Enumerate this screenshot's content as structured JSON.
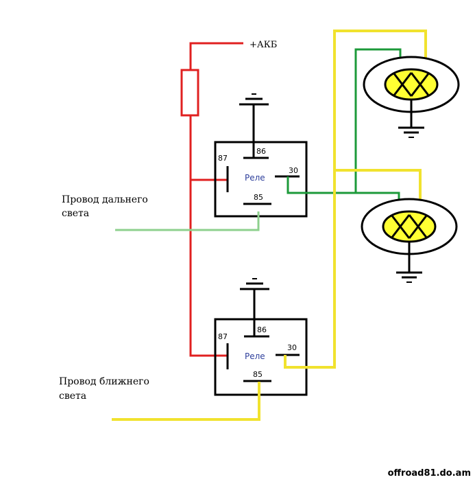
{
  "battery_label": "+АКБ",
  "relay_high": {
    "name": "Реле",
    "pin86": "86",
    "pin87": "87",
    "pin85": "85",
    "pin30": "30"
  },
  "relay_low": {
    "name": "Реле",
    "pin86": "86",
    "pin87": "87",
    "pin85": "85",
    "pin30": "30"
  },
  "high_beam_wire": {
    "line1": "Провод дальнего",
    "line2": "света"
  },
  "low_beam_wire": {
    "line1": "Провод ближнего",
    "line2": "света"
  },
  "watermark": "offroad81.do.am",
  "colors": {
    "battery_wire": "#e02020",
    "high_beam_wire": "#1c9a3a",
    "high_beam_input": "#8ed08e",
    "low_beam_wire": "#f1e22e",
    "lamp_fill": "#ffff33",
    "outline": "#000000"
  }
}
